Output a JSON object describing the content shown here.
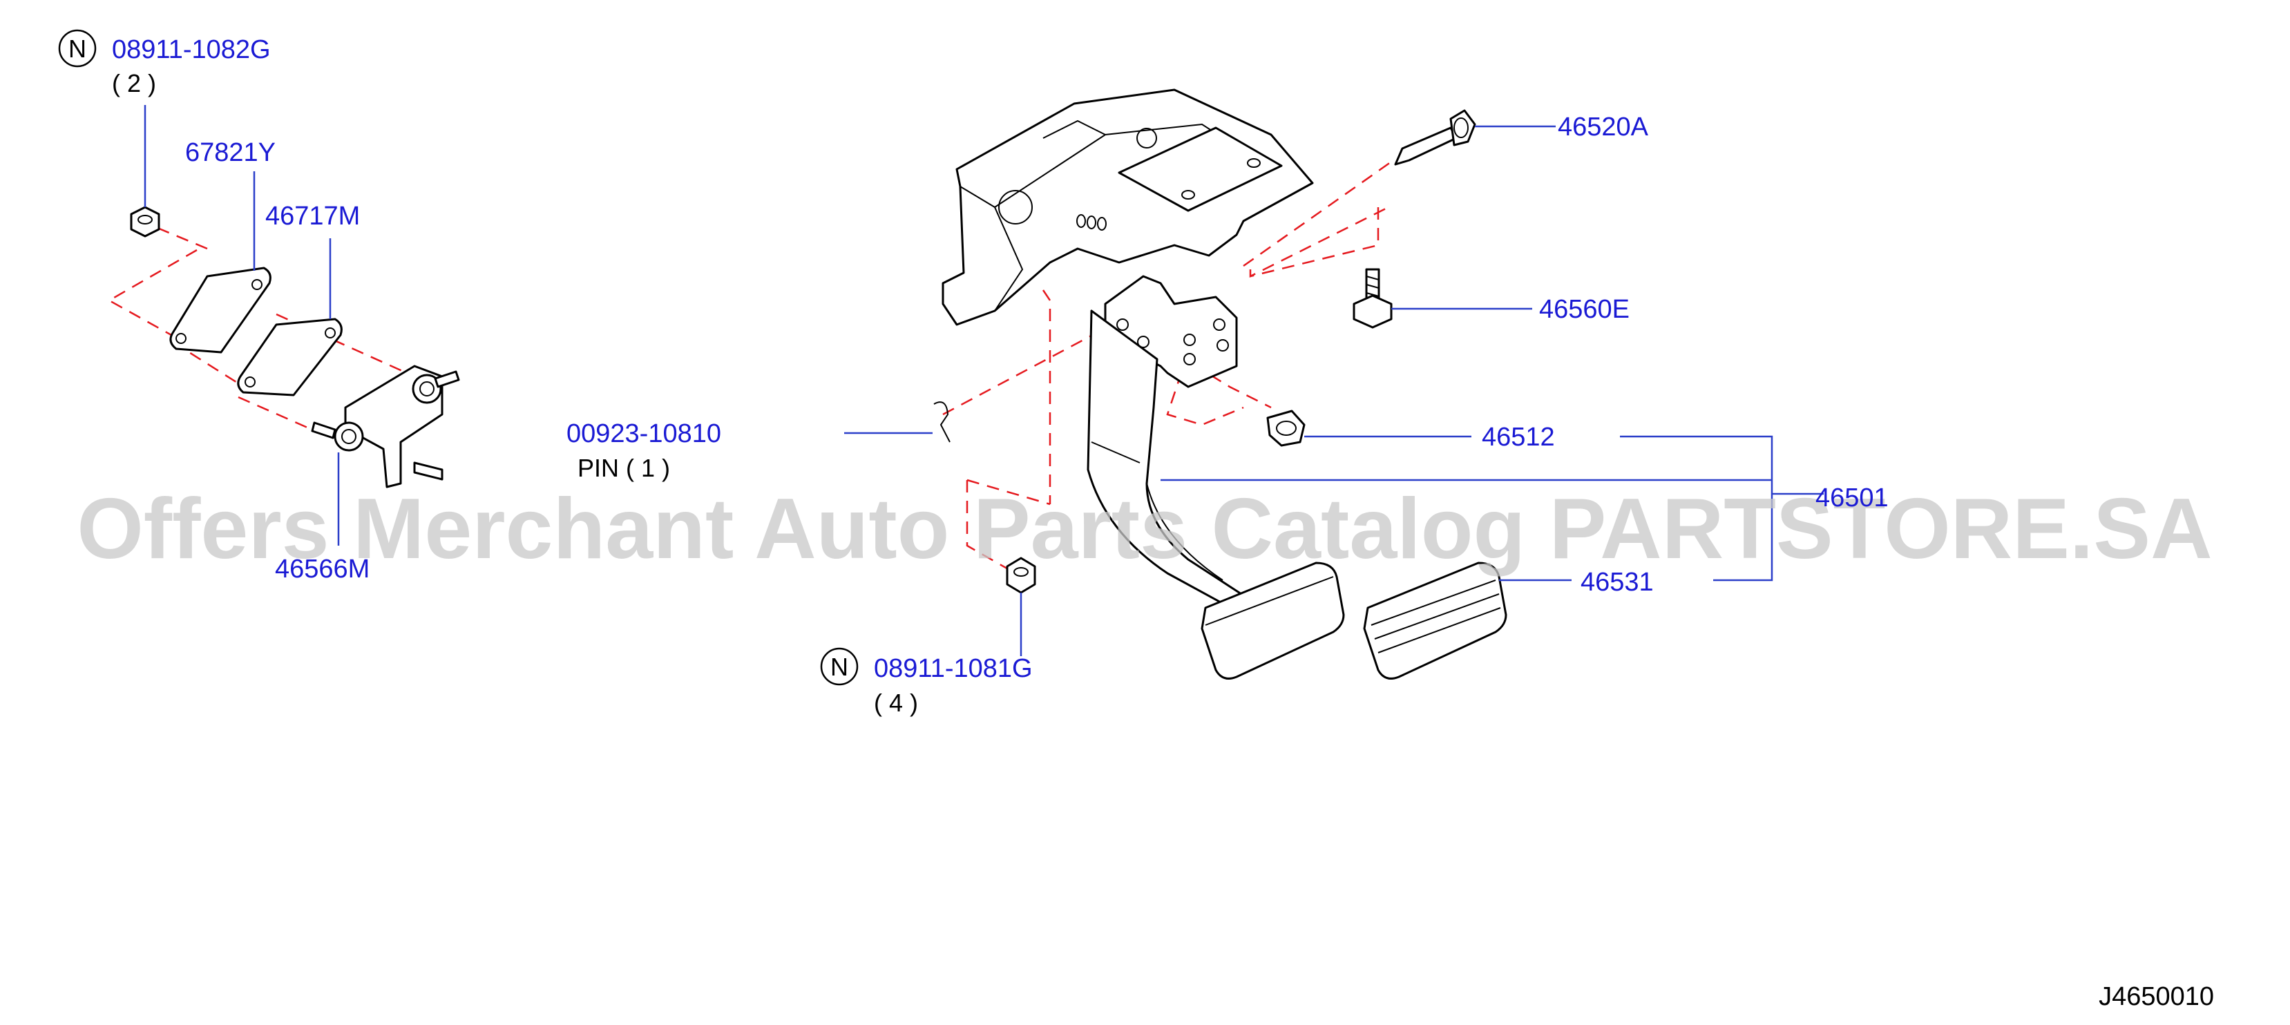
{
  "watermark": "Offers Merchant Auto Parts Catalog PARTSTORE.SA",
  "diagram_ref": "J4650010",
  "parts": [
    {
      "id": "08911-1082G",
      "label": "08911-1082G",
      "prefix": "N",
      "qty": "( 2 )"
    },
    {
      "id": "67821Y",
      "label": "67821Y"
    },
    {
      "id": "46717M",
      "label": "46717M"
    },
    {
      "id": "46566M",
      "label": "46566M"
    },
    {
      "id": "00923-10810",
      "label": "00923-10810",
      "qty": "PIN ( 1 )"
    },
    {
      "id": "08911-1081G",
      "label": "08911-1081G",
      "prefix": "N",
      "qty": "( 4 )"
    },
    {
      "id": "46520A",
      "label": "46520A"
    },
    {
      "id": "46560E",
      "label": "46560E"
    },
    {
      "id": "46512",
      "label": "46512"
    },
    {
      "id": "46501",
      "label": "46501"
    },
    {
      "id": "46531",
      "label": "46531"
    }
  ],
  "colors": {
    "label": "#1a1ad4",
    "leader_line": "#2b3fc9",
    "dashed_line": "#e5191e",
    "part_outline": "#000000",
    "watermark": "#c8c8c8"
  }
}
